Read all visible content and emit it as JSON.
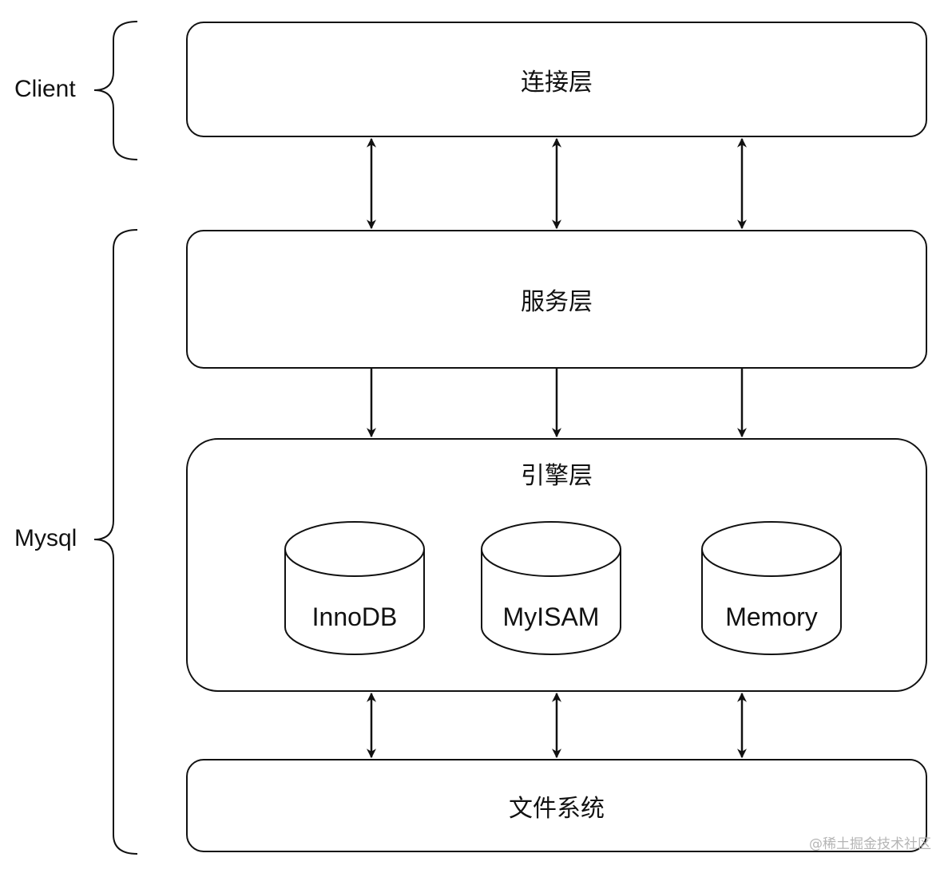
{
  "brackets": {
    "client": "Client",
    "mysql": "Mysql"
  },
  "layers": {
    "connection": "连接层",
    "service": "服务层",
    "engine": "引擎层",
    "filesystem": "文件系统"
  },
  "engines": [
    "InnoDB",
    "MyISAM",
    "Memory"
  ],
  "watermark": "@稀土掘金技术社区"
}
